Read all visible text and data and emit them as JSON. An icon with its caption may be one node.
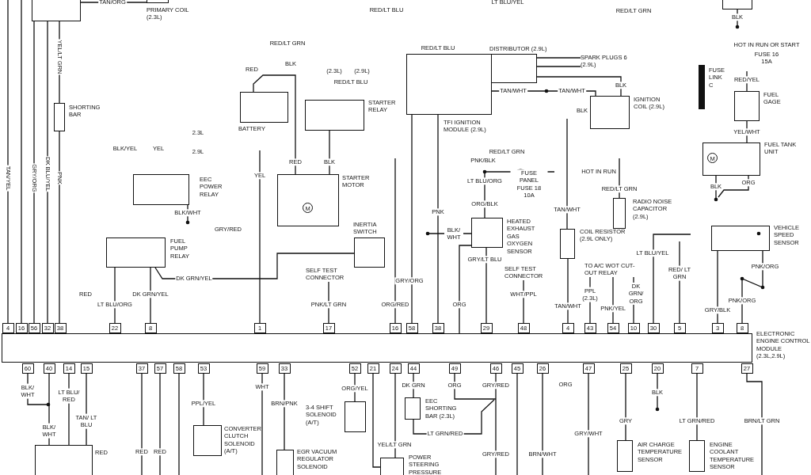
{
  "diagram": {
    "nodes": [
      {
        "text": [
          "ELECTRONIC ENGINE CONTROL MODULE (2.3L,2.9L)"
        ]
      },
      {
        "text": [
          "4"
        ]
      },
      {
        "text": [
          "16"
        ]
      },
      {
        "text": [
          "56"
        ]
      },
      {
        "text": [
          "32"
        ]
      },
      {
        "text": [
          "38"
        ]
      },
      {
        "text": [
          "22"
        ]
      },
      {
        "text": [
          "8"
        ]
      },
      {
        "text": [
          "1"
        ]
      },
      {
        "text": [
          "17"
        ]
      },
      {
        "text": [
          "16"
        ]
      },
      {
        "text": [
          "58"
        ]
      },
      {
        "text": [
          "38"
        ]
      },
      {
        "text": [
          "29"
        ]
      },
      {
        "text": [
          "48"
        ]
      },
      {
        "text": [
          "4"
        ]
      },
      {
        "text": [
          "43"
        ]
      },
      {
        "text": [
          "54"
        ]
      },
      {
        "text": [
          "10"
        ]
      },
      {
        "text": [
          "30"
        ]
      },
      {
        "text": [
          "5"
        ]
      },
      {
        "text": [
          "3"
        ]
      },
      {
        "text": [
          "8"
        ]
      },
      {
        "text": [
          "60"
        ]
      },
      {
        "text": [
          "40"
        ]
      },
      {
        "text": [
          "14"
        ]
      },
      {
        "text": [
          "15"
        ]
      },
      {
        "text": [
          "37"
        ]
      },
      {
        "text": [
          "57"
        ]
      },
      {
        "text": [
          "58"
        ]
      },
      {
        "text": [
          "53"
        ]
      },
      {
        "text": [
          "59"
        ]
      },
      {
        "text": [
          "33"
        ]
      },
      {
        "text": [
          "52"
        ]
      },
      {
        "text": [
          "21"
        ]
      },
      {
        "text": [
          "24"
        ]
      },
      {
        "text": [
          "44"
        ]
      },
      {
        "text": [
          "49"
        ]
      },
      {
        "text": [
          "46"
        ]
      },
      {
        "text": [
          "45"
        ]
      },
      {
        "text": [
          "26"
        ]
      },
      {
        "text": [
          "47"
        ]
      },
      {
        "text": [
          "25"
        ]
      },
      {
        "text": [
          "20"
        ]
      },
      {
        "text": [
          "7"
        ]
      },
      {
        "text": [
          "27"
        ]
      },
      {
        "text": [],
        "shape": "box"
      },
      {
        "text": [
          "PRIMARY COIL (2.3L)"
        ]
      },
      {
        "text": [
          "SHORTING BAR"
        ]
      },
      {
        "text": [
          "BATTERY"
        ]
      },
      {
        "text": [
          "STARTER RELAY"
        ]
      },
      {
        "text": [
          "TFI IGNITION MODULE (2.9L)"
        ]
      },
      {
        "text": [
          "DISTRIBUTOR (2.9L)"
        ]
      },
      {
        "text": [
          "SPARK PLUGS 6 (2.9L)"
        ]
      },
      {
        "text": [
          "IGNITION COIL (2.9L)"
        ]
      },
      {
        "text": [
          "FUSE LINK C"
        ]
      },
      {
        "text": [],
        "shape": "box"
      },
      {
        "text": [
          "FUEL GAGE"
        ]
      },
      {
        "text": [
          "FUEL TANK UNIT",
          "M"
        ]
      },
      {
        "text": [
          "EEC POWER RELAY"
        ]
      },
      {
        "text": [
          "STARTER MOTOR",
          "M"
        ]
      },
      {
        "text": [
          "FUEL PUMP RELAY"
        ]
      },
      {
        "text": [
          "INERTIA SWITCH"
        ]
      },
      {
        "text": [
          "HEATED EXHAUST GAS OXYGEN SENSOR"
        ]
      },
      {
        "text": [
          "COIL RESISTOR (2.9L ONLY)"
        ]
      },
      {
        "text": [
          "RADIO NOISE CAPACITOR (2.9L)"
        ]
      },
      {
        "text": [
          "VEHICLE SPEED SENSOR"
        ]
      },
      {
        "text": [
          "SELF TEST CONNECTOR"
        ]
      },
      {
        "text": [
          "SELF TEST CONNECTOR"
        ]
      },
      {
        "text": [
          "TO A/C WOT CUT-OUT RELAY"
        ]
      },
      {
        "text": [],
        "shape": "box"
      },
      {
        "text": [
          "CONVERTER CLUTCH SOLENOID (A/T)"
        ]
      },
      {
        "text": [
          "3-4 SHIFT SOLENOID (A/T)"
        ]
      },
      {
        "text": [
          "EGR VACUUM REGULATOR SOLENOID"
        ]
      },
      {
        "text": [
          "EEC SHORTING BAR (2.3L)"
        ]
      },
      {
        "text": [
          "POWER STEERING PRESSURE"
        ]
      },
      {
        "text": [
          "AIR CHARGE TEMPERATURE SENSOR"
        ]
      },
      {
        "text": [
          "ENGINE COOLANT TEMPERATURE SENSOR"
        ]
      }
    ],
    "edges": [
      {
        "from": null,
        "to": 1,
        "arrow": "none",
        "label": "TAN/YEL"
      },
      {
        "from": null,
        "to": 2,
        "arrow": "none"
      },
      {
        "from": 46,
        "to": 3,
        "arrow": "none",
        "label": "GRY/ORG"
      },
      {
        "from": 46,
        "to": 4,
        "arrow": "none",
        "label": "DK BLU/YEL"
      },
      {
        "from": 48,
        "to": 5,
        "arrow": "none",
        "label": "PNK"
      },
      {
        "from": 46,
        "to": 48,
        "arrow": "none",
        "label": "YEL/LT GRN"
      },
      {
        "from": 46,
        "to": 47,
        "arrow": "none",
        "label": "TAN/ORG"
      },
      {
        "from": 61,
        "to": 6,
        "arrow": "none",
        "label": "LT BLU/ORG"
      },
      {
        "from": 61,
        "to": 7,
        "arrow": "none",
        "label": "DK GRN/YEL"
      },
      {
        "from": 61,
        "to": 62,
        "arrow": "none",
        "label": "DK GRN/YEL"
      },
      {
        "from": null,
        "to": 8,
        "arrow": "none",
        "label": "YEL"
      },
      {
        "from": 67,
        "to": 9,
        "arrow": "none",
        "label": "PNK/LT GRN"
      },
      {
        "from": null,
        "to": 10,
        "arrow": "none",
        "label": "ORG/RED"
      },
      {
        "from": 51,
        "to": 11,
        "arrow": "none",
        "label": "GRY/ORG"
      },
      {
        "from": 51,
        "to": 12,
        "arrow": "none",
        "label": "PNK"
      },
      {
        "from": 63,
        "to": 13,
        "arrow": "none",
        "label": "GRY/LT BLU"
      },
      {
        "from": 68,
        "to": 14,
        "arrow": "none",
        "label": "WHT/PPL"
      },
      {
        "from": 64,
        "to": 15,
        "arrow": "none",
        "label": "TAN/WHT"
      },
      {
        "from": 69,
        "to": 16,
        "arrow": "none",
        "label": "PPL (2.3L)"
      },
      {
        "from": 69,
        "to": 17,
        "arrow": "none",
        "label": "PNK/YEL"
      },
      {
        "from": 69,
        "to": 18,
        "arrow": "none",
        "label": "DK GRN/ ORG"
      },
      {
        "from": null,
        "to": 19,
        "arrow": "none",
        "label": "LT BLU/YEL"
      },
      {
        "from": null,
        "to": 20,
        "arrow": "none",
        "label": "RED/ LT GRN"
      },
      {
        "from": 66,
        "to": 21,
        "arrow": "none",
        "label": "GRY/BLK"
      },
      {
        "from": 66,
        "to": 22,
        "arrow": "none",
        "label": "PNK/ORG"
      },
      {
        "from": 23,
        "to": null,
        "arrow": "other",
        "label": "BLK/ WHT"
      },
      {
        "from": 24,
        "to": 70,
        "arrow": "none",
        "label": "BLK/ WHT"
      },
      {
        "from": 25,
        "to": 70,
        "arrow": "none",
        "label": "LT BLU/ RED"
      },
      {
        "from": 26,
        "to": 70,
        "arrow": "none",
        "label": "TAN/ LT BLU"
      },
      {
        "from": 27,
        "to": null,
        "arrow": "none",
        "label": "RED"
      },
      {
        "from": 28,
        "to": null,
        "arrow": "none",
        "label": "RED"
      },
      {
        "from": 29,
        "to": null,
        "arrow": "none"
      },
      {
        "from": 30,
        "to": 71,
        "arrow": "none",
        "label": "PPL/YEL"
      },
      {
        "from": 31,
        "to": null,
        "arrow": "none",
        "label": "WHT"
      },
      {
        "from": 32,
        "to": 73,
        "arrow": "none",
        "label": "BRN/PNK"
      },
      {
        "from": 33,
        "to": 72,
        "arrow": "none",
        "label": "ORG/YEL"
      },
      {
        "from": 34,
        "to": 75,
        "arrow": "none"
      },
      {
        "from": 35,
        "to": 75,
        "arrow": "none",
        "label": "YEL/LT GRN"
      },
      {
        "from": 36,
        "to": 74,
        "arrow": "none",
        "label": "DK GRN"
      },
      {
        "from": 74,
        "to": null,
        "arrow": "none",
        "label": "LT GRN/RED"
      },
      {
        "from": 37,
        "to": null,
        "arrow": "none",
        "label": "ORG"
      },
      {
        "from": 38,
        "to": null,
        "arrow": "none",
        "label": "GRY/RED"
      },
      {
        "from": 39,
        "to": null,
        "arrow": "none"
      },
      {
        "from": 40,
        "to": null,
        "arrow": "none",
        "label": "BRN/WHT"
      },
      {
        "from": 41,
        "to": null,
        "arrow": "none",
        "label": "GRY/WHT"
      },
      {
        "from": 42,
        "to": 76,
        "arrow": "none",
        "label": "GRY"
      },
      {
        "from": 43,
        "to": null,
        "arrow": "other",
        "label": "BLK"
      },
      {
        "from": 44,
        "to": 77,
        "arrow": "none",
        "label": "LT GRN/RED"
      },
      {
        "from": 45,
        "to": null,
        "arrow": "none",
        "label": "BRN/LT GRN"
      },
      {
        "from": 51,
        "to": 54,
        "arrow": "none",
        "label": "TAN/WHT"
      },
      {
        "from": 52,
        "to": 54,
        "arrow": "none",
        "label": "BLK"
      },
      {
        "from": 52,
        "to": 53,
        "arrow": "none"
      },
      {
        "from": 52,
        "to": 53,
        "arrow": "none"
      },
      {
        "from": 49,
        "to": 60,
        "arrow": "none",
        "label": "RED"
      },
      {
        "from": 50,
        "to": 60,
        "arrow": "none",
        "label": "BLK"
      },
      {
        "from": 57,
        "to": 58,
        "arrow": "none",
        "label": "YEL/WHT"
      },
      {
        "from": null,
        "to": 57,
        "arrow": "none",
        "label": "RED/YEL"
      },
      {
        "from": 59,
        "to": null,
        "arrow": "other",
        "label": "BLK/WHT"
      },
      {
        "from": 63,
        "to": null,
        "arrow": "other",
        "label": "BLK/ WHT"
      },
      {
        "from": null,
        "to": 63,
        "arrow": "none",
        "label": "ORG/BLK"
      },
      {
        "from": 65,
        "to": null,
        "arrow": "none",
        "label": "RED/LT GRN"
      },
      {
        "from": null,
        "to": 64,
        "arrow": "none",
        "label": "TAN/WHT"
      },
      {
        "from": 58,
        "to": null,
        "arrow": "other",
        "label": "BLK"
      },
      {
        "from": 58,
        "to": null,
        "arrow": "none",
        "label": "ORG"
      },
      {
        "from": 63,
        "to": 0,
        "arrow": "none",
        "label": "ORG"
      },
      {
        "from": 56,
        "to": null,
        "arrow": "other",
        "label": "BLK"
      }
    ],
    "labels": [
      "RED/LT BLU",
      "LT BLU/YEL",
      "RED/LT GRN",
      "RED/LT GRN",
      "RED/LT BLU",
      "(2.3L)",
      "(2.9L)",
      "RED/LT BLU",
      "RED",
      "BLK",
      "TAN/WHT",
      "BLK",
      "HOT IN RUN OR START",
      "FUSE 16 15A",
      "2.3L",
      "2.9L",
      "BLK/YEL",
      "YEL",
      "RED/LT GRN",
      "PNK/BLK",
      "HOT IN RUN",
      "FUSE PANEL FUSE 18 10A",
      "LT BLU/ORG",
      "GRY/RED",
      "RED",
      "PNK/ORG",
      "GRY/RED",
      "RED",
      "ORG"
    ]
  }
}
